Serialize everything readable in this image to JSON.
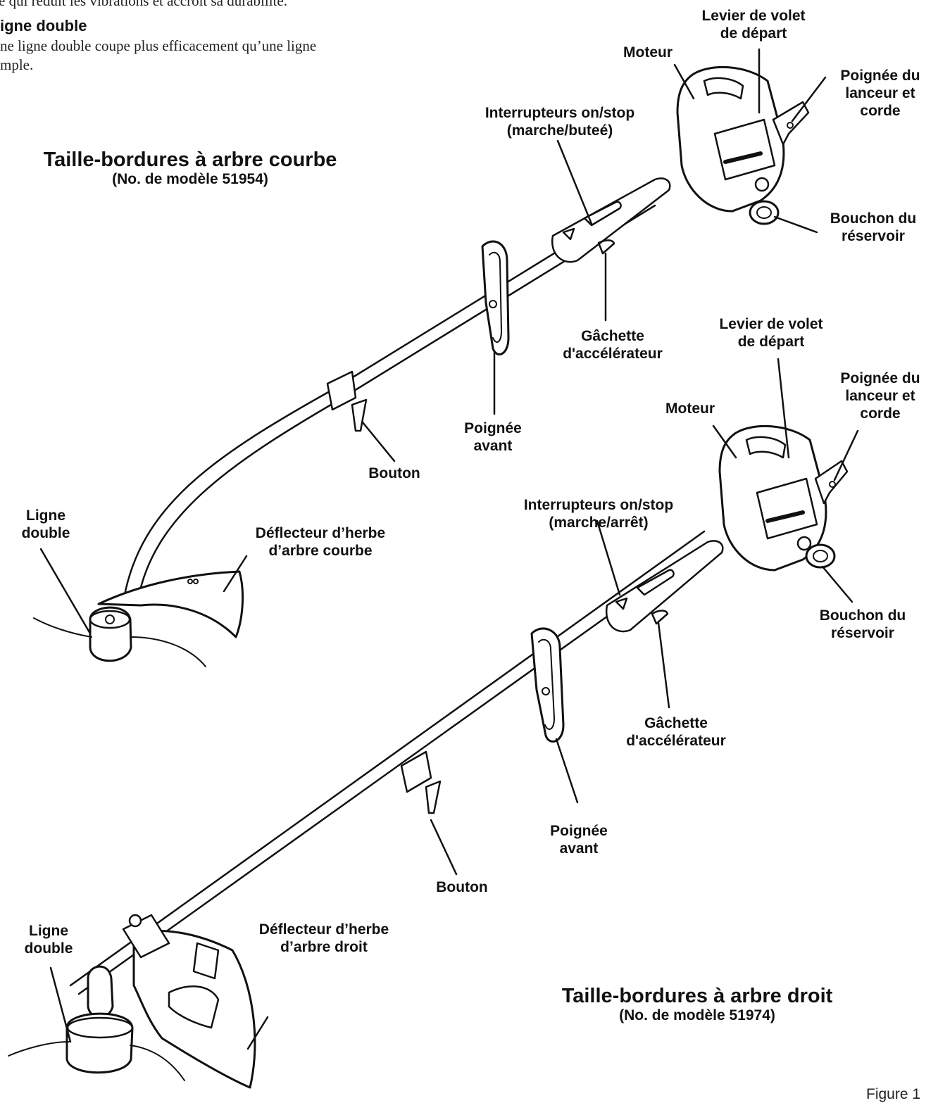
{
  "intro": {
    "partial_line": "e qui réduit les vibrations et accroît sa durabilité.",
    "heading": "igne double",
    "body": "ne ligne double coupe plus efficacement qu’une ligne\nmple."
  },
  "curved": {
    "title": "Taille-bordures à arbre courbe",
    "model": "(No. de modèle 51954)",
    "labels": {
      "engine": "Moteur",
      "choke": "Levier de volet\nde départ",
      "starter": "Poignée du\nlanceur et\ncorde",
      "switch": "Interrupteurs on/stop\n(marche/buteé)",
      "fuel_cap": "Bouchon du\nréservoir",
      "throttle": "Gâchette\nd'accélérateur",
      "front_handle": "Poignée\navant",
      "knob": "Bouton",
      "dual_line": "Ligne\ndouble",
      "deflector": "Déflecteur d’herbe\nd’arbre courbe"
    }
  },
  "straight": {
    "title": "Taille-bordures à arbre droit",
    "model": "(No. de modèle 51974)",
    "labels": {
      "engine": "Moteur",
      "choke": "Levier de volet\nde départ",
      "starter": "Poignée du\nlanceur et\ncorde",
      "switch": "Interrupteurs on/stop\n(marche/arrêt)",
      "fuel_cap": "Bouchon du\nréservoir",
      "throttle": "Gâchette\nd'accélérateur",
      "front_handle": "Poignée\navant",
      "knob": "Bouton",
      "dual_line": "Ligne\ndouble",
      "deflector": "Déflecteur d’herbe\nd’arbre droit"
    }
  },
  "figure_caption": "Figure 1"
}
